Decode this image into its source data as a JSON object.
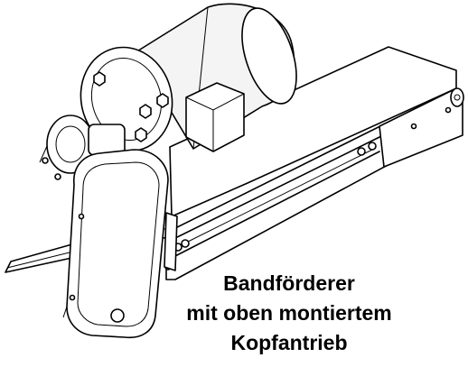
{
  "caption": {
    "line1": "Bandförderer",
    "line2": "mit oben montiertem",
    "line3": "Kopfantrieb"
  },
  "icons": {
    "drawing": "belt-conveyor-with-top-mounted-head-drive-icon"
  },
  "colors": {
    "line": "#000000",
    "background": "#ffffff"
  }
}
